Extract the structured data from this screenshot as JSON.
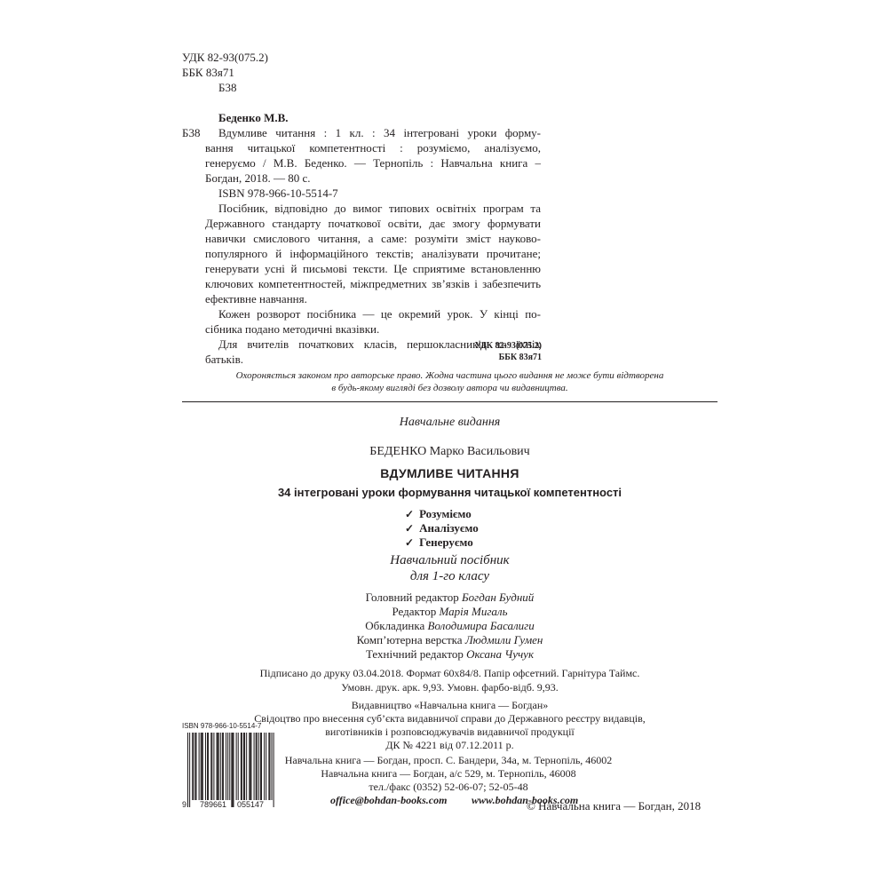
{
  "classification": {
    "udk": "УДК 82-93(075.2)",
    "bbk": "ББК 83я71",
    "code": "Б38"
  },
  "bib": {
    "author": "Беденко М.В.",
    "code": "Б38",
    "lines": [
      "Вдумливе читання : 1 кл. : 34 інтегровані уроки форму-",
      "вання читацької компетентності : розуміємо, аналізуємо,",
      "генеруємо / М.В. Беденко. — Тернопіль : Навчальна книга –",
      "Богдан, 2018. — 80 с."
    ],
    "isbn": "ISBN 978-966-10-5514-7"
  },
  "abstract": {
    "lines": [
      "Посібник, відповідно до вимог типових освітніх програм та",
      "Державного стандарту початкової освіти, дає змогу формувати",
      "навички смислового читання, а саме: розуміти зміст науково-",
      "популярного й інформаційного текстів; аналізувати прочитане;",
      "генерувати усні й письмові тексти. Це сприятиме встановленню",
      "ключових компетентностей, міжпредметних зв’язків і забезпечить",
      "ефективне навчання.",
      "Кожен розворот посібника — це окремий урок. У кінці по-",
      "сібника подано методичні вказівки.",
      "Для вчителів початкових класів, першокласників та їхніх",
      "батьків."
    ],
    "udk": "УДК 82-93(075.2)",
    "bbk": "ББК 83я71"
  },
  "copyright_notice": [
    "Охороняється законом про авторське право. Жодна частина цього видання не може бути відтворена",
    "в будь-якому вигляді без дозволу автора чи видавництва."
  ],
  "edition": {
    "kind": "Навчальне видання",
    "author_surname": "БЕДЕНКО",
    "author_names": "Марко Васильович",
    "title": "ВДУМЛИВЕ ЧИТАННЯ",
    "subtitle": "34 інтегровані уроки формування читацької компетентності",
    "checklist": [
      "Розуміємо",
      "Аналізуємо",
      "Генеруємо"
    ],
    "check_symbol": "✓",
    "type_line1": "Навчальний посібник",
    "type_line2": "для 1-го класу"
  },
  "credits": [
    {
      "role": "Головний редактор",
      "name": "Богдан Будний"
    },
    {
      "role": "Редактор",
      "name": "Марія Мигаль"
    },
    {
      "role": "Обкладинка",
      "name": "Володимира Басалиги"
    },
    {
      "role": "Комп’ютерна верстка",
      "name": "Людмили Гумен"
    },
    {
      "role": "Технічний редактор",
      "name": "Оксана Чучук"
    }
  ],
  "print_info": [
    "Підписано до друку 03.04.2018. Формат 60х84/8. Папір офсетний. Гарнітура Таймс.",
    "Умовн. друк. арк. 9,93. Умовн. фарбо-відб. 9,93."
  ],
  "publisher": [
    "Видавництво «Навчальна книга — Богдан»",
    "Свідоцтво про внесення суб’єкта видавничої справи до Державного реєстру видавців,",
    "виготівників і розповсюджувачів видавничої продукції",
    "ДК № 4221 від 07.12.2011 р."
  ],
  "addresses": [
    "Навчальна книга — Богдан, просп. С. Бандери, 34а, м. Тернопіль, 46002",
    "Навчальна книга — Богдан, а/с 529, м. Тернопіль, 46008",
    "тел./факс (0352) 52-06-07; 52-05-48"
  ],
  "contacts": {
    "email": "office@bohdan-books.com",
    "web": "www.bohdan-books.com"
  },
  "barcode": {
    "isbn_text": "ISBN 978-966-10-5514-7",
    "digit_first": "9",
    "digits_left": "789661",
    "digits_right": "055147"
  },
  "copyright": "© Навчальна книга — Богдан, 2018"
}
